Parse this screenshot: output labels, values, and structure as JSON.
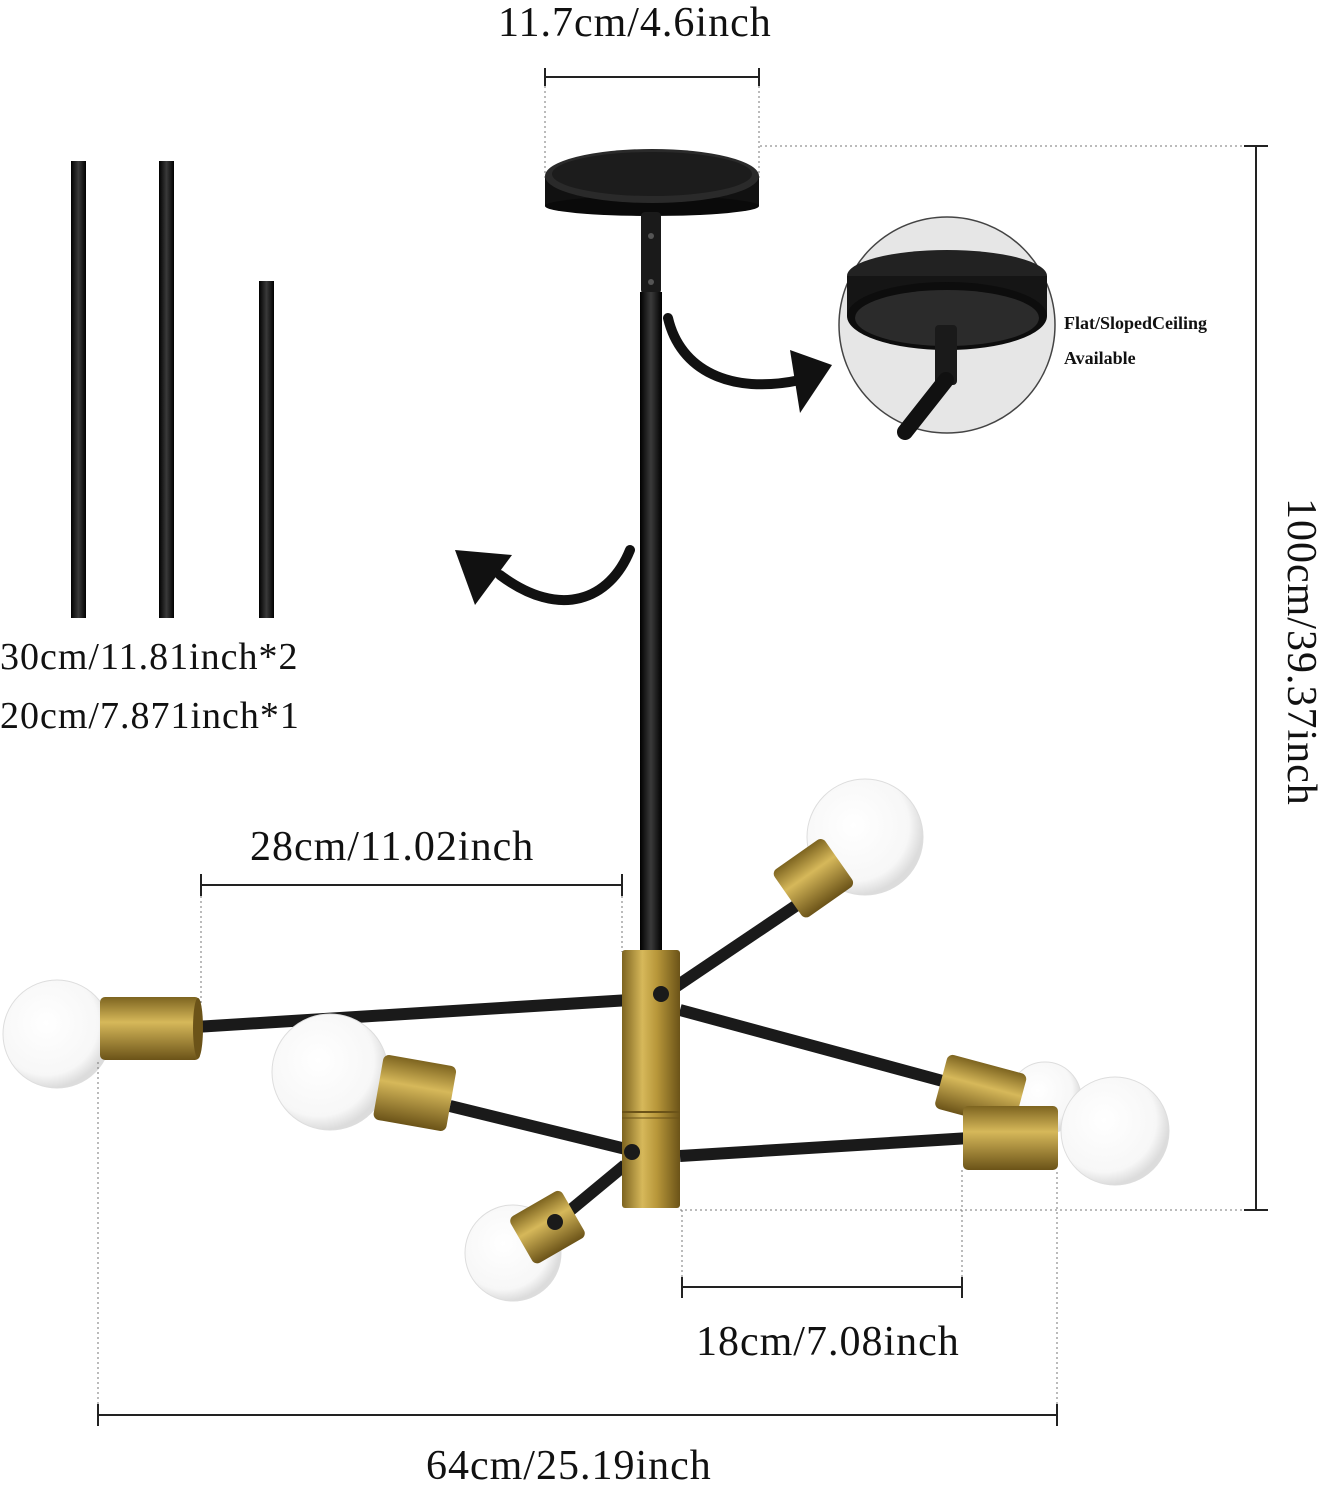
{
  "dimensions": {
    "canopy_width": "11.7cm/4.6inch",
    "total_height": "100cm/39.37inch",
    "arm_length": "28cm/11.02inch",
    "arm_offset": "18cm/7.08inch",
    "total_width": "64cm/25.19inch"
  },
  "rods": {
    "line1": "30cm/11.81inch*2",
    "line2": "20cm/7.871inch*1"
  },
  "ceiling_note": {
    "line1": "Flat/SlopedCeiling",
    "line2": "Available"
  },
  "colors": {
    "black_metal": "#1a1a1a",
    "brass": "#b8973a",
    "bulb": "#ffffff",
    "dimension_line": "#222222"
  }
}
